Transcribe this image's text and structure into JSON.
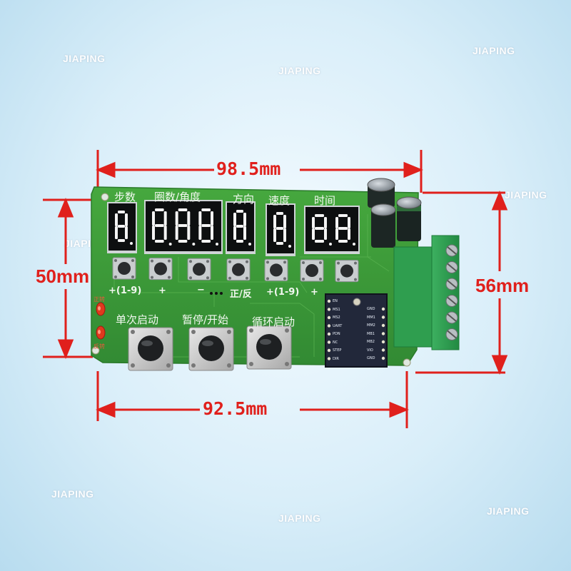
{
  "watermark": "JIAPING",
  "dimensions": {
    "top_width": "98.5mm",
    "bottom_width": "92.5mm",
    "left_height": "50mm",
    "right_height": "56mm"
  },
  "display_labels": [
    "步数",
    "圈数/角度",
    "方向",
    "速度",
    "时间"
  ],
  "button_labels": [
    "+(1-9)",
    "+",
    "−",
    "正/反",
    "+(1-9)",
    "+"
  ],
  "big_button_labels": [
    "单次启动",
    "暂停/开始",
    "循环启动"
  ],
  "led_labels": [
    "正转",
    "反转"
  ],
  "driver_pins_left": [
    "EN",
    "MS1",
    "MS2",
    "UART",
    "PDN",
    "NC",
    "STEP",
    "DIR"
  ],
  "driver_pins_right": [
    "GND",
    "MM1",
    "MM2",
    "MB1",
    "MB2",
    "VIO",
    "GND"
  ],
  "colors": {
    "pcb": "#3a9a38",
    "segment": "#ffffff",
    "dimension": "#e0201c",
    "terminal": "#2c9a4a"
  }
}
